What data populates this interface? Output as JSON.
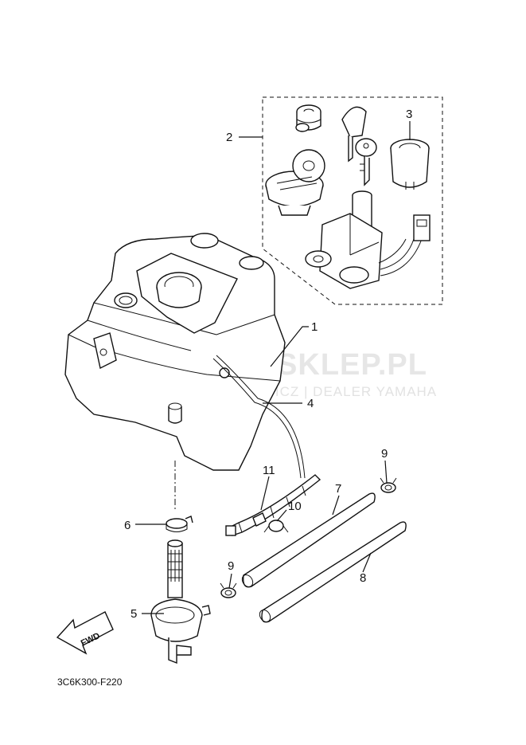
{
  "watermark": {
    "main": "YAMA-SKLEP.PL",
    "sub": "WOJCIECHOWICZ | DEALER YAMAHA"
  },
  "diagram_code": "3C6K300-F220",
  "direction_label": "FWD",
  "callouts": [
    {
      "id": "c1",
      "label": "1"
    },
    {
      "id": "c2",
      "label": "2"
    },
    {
      "id": "c3",
      "label": "3"
    },
    {
      "id": "c4",
      "label": "4"
    },
    {
      "id": "c5",
      "label": "5"
    },
    {
      "id": "c6",
      "label": "6"
    },
    {
      "id": "c7",
      "label": "7"
    },
    {
      "id": "c8",
      "label": "8"
    },
    {
      "id": "c9a",
      "label": "9"
    },
    {
      "id": "c9b",
      "label": "9"
    },
    {
      "id": "c10",
      "label": "10"
    },
    {
      "id": "c11",
      "label": "11"
    }
  ],
  "colors": {
    "line": "#111111",
    "watermark": "#e6e6e6",
    "watermark_logo": "#f2c9c9"
  }
}
